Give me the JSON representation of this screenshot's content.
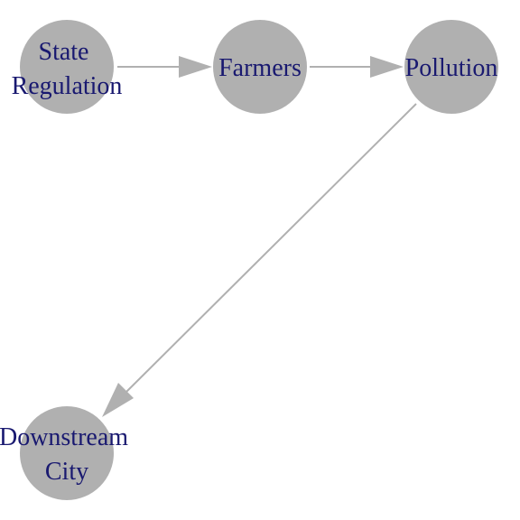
{
  "diagram": {
    "nodes": [
      {
        "id": "state_regulation",
        "label_lines": [
          "State",
          "Regulation"
        ]
      },
      {
        "id": "farmers",
        "label_lines": [
          "Farmers"
        ]
      },
      {
        "id": "pollution",
        "label_lines": [
          "Pollution"
        ]
      },
      {
        "id": "downstream_city",
        "label_lines": [
          "Downstream",
          "City"
        ]
      }
    ],
    "edges": [
      {
        "from": "state_regulation",
        "to": "farmers"
      },
      {
        "from": "farmers",
        "to": "pollution"
      },
      {
        "from": "pollution",
        "to": "downstream_city"
      }
    ],
    "colors": {
      "node_fill": "#b0b0b0",
      "edge": "#b0b0b0",
      "label": "#191970"
    }
  }
}
